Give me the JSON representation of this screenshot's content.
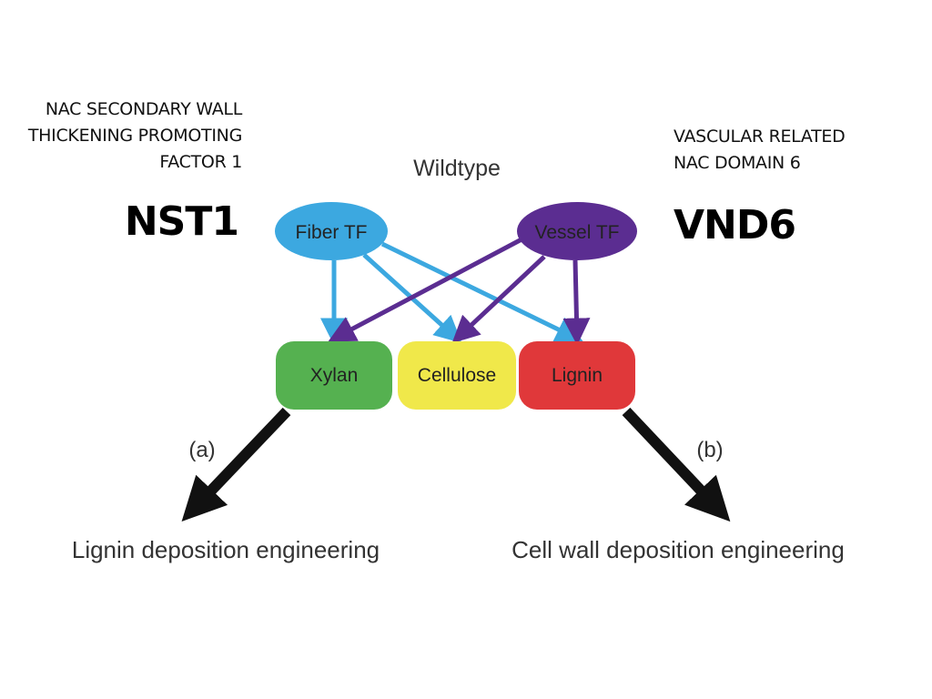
{
  "left_gene": {
    "description_lines": [
      "NAC SECONDARY WALL",
      "THICKENING PROMOTING",
      "FACTOR 1"
    ],
    "symbol": "NST1"
  },
  "right_gene": {
    "description_lines": [
      "VASCULAR RELATED",
      "NAC DOMAIN 6"
    ],
    "symbol": "VND6"
  },
  "diagram": {
    "title": "Wildtype",
    "regulators": [
      {
        "id": "fiber",
        "label": "Fiber TF",
        "color": "#3ca8e0"
      },
      {
        "id": "vessel",
        "label": "Vessel TF",
        "color": "#5b2d91"
      }
    ],
    "targets": [
      {
        "id": "xylan",
        "label": "Xylan",
        "color": "#55b150"
      },
      {
        "id": "cellulose",
        "label": "Cellulose",
        "color": "#f0e84a"
      },
      {
        "id": "lignin",
        "label": "Lignin",
        "color": "#e0383a"
      }
    ],
    "edges": [
      {
        "from": "fiber",
        "to": "xylan"
      },
      {
        "from": "fiber",
        "to": "cellulose"
      },
      {
        "from": "fiber",
        "to": "lignin"
      },
      {
        "from": "vessel",
        "to": "xylan"
      },
      {
        "from": "vessel",
        "to": "cellulose"
      },
      {
        "from": "vessel",
        "to": "lignin"
      }
    ],
    "outcomes": [
      {
        "marker": "(a)",
        "label": "Lignin deposition engineering"
      },
      {
        "marker": "(b)",
        "label": "Cell wall deposition engineering"
      }
    ]
  }
}
